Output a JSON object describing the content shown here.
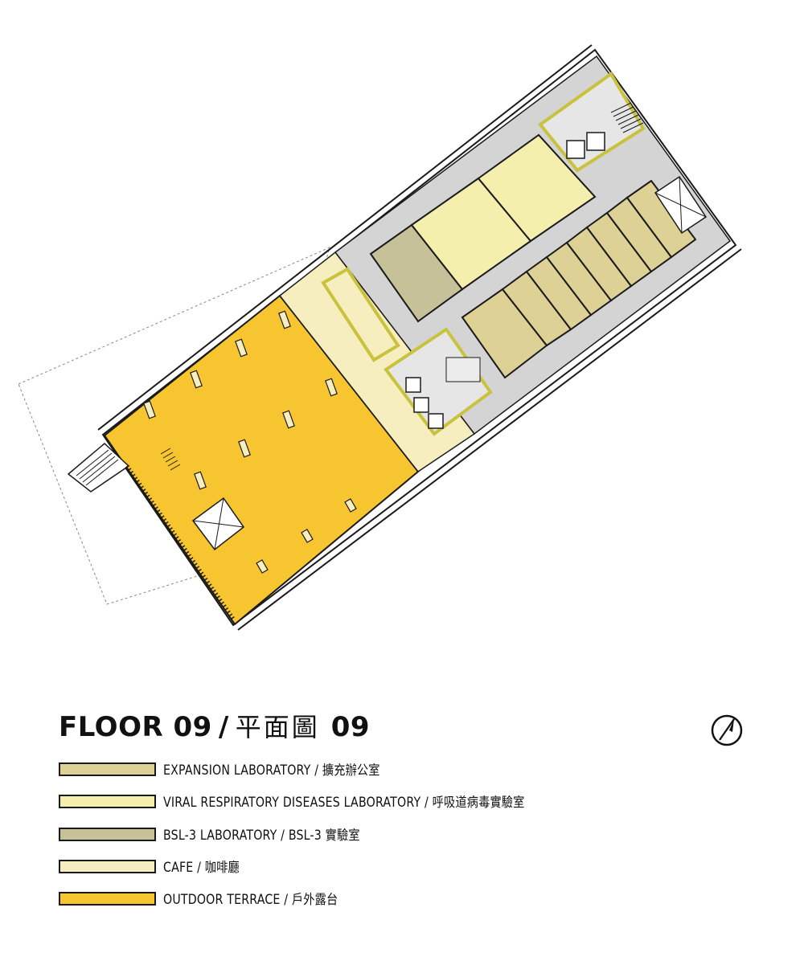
{
  "title": {
    "prefix": "FLOOR 09",
    "separator": "/",
    "cjk": "平面圖",
    "number": "09"
  },
  "north_arrow": {
    "icon": "north-arrow-icon"
  },
  "colors": {
    "expansion_lab": "#ddd196",
    "viral_lab": "#f5efae",
    "bsl3_lab": "#c6c198",
    "cafe": "#f7eec0",
    "terrace": "#f7c52f",
    "floor_gray": "#d4d4d4",
    "core_gray": "#e6e6e6",
    "wall_yellow": "#c8c23c",
    "line": "#1a1a1a"
  },
  "legend": [
    {
      "label": "EXPANSION LABORATORY / 擴充辦公室",
      "color": "#ddd196"
    },
    {
      "label": "VIRAL RESPIRATORY DISEASES LABORATORY / 呼吸道病毒實驗室",
      "color": "#f5efae"
    },
    {
      "label": "BSL-3 LABORATORY / BSL-3 實驗室",
      "color": "#c6c198"
    },
    {
      "label": "CAFE / 咖啡廳",
      "color": "#f7eec0"
    },
    {
      "label": "OUTDOOR TERRACE / 戶外露台",
      "color": "#f7c52f"
    }
  ]
}
